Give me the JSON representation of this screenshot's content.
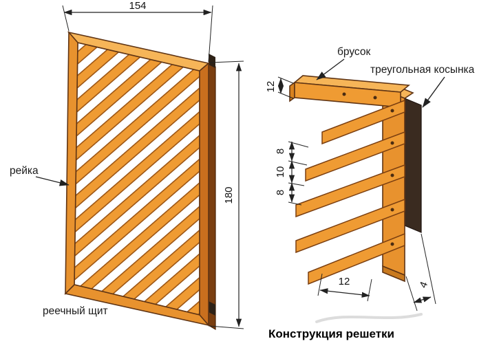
{
  "caption": "Конструкция решетки",
  "labels": {
    "slat": "рейка",
    "panel": "реечный щит",
    "bar": "брусок",
    "gusset": "треугольная косынка"
  },
  "dims": {
    "panel_width": "154",
    "panel_height": "180",
    "bar_height": "12",
    "slat_width_top": "8",
    "slat_gap": "10",
    "slat_width_bottom": "8",
    "bottom_offset": "12",
    "gusset_thickness": "4"
  },
  "colors": {
    "wood_light": "#f6b558",
    "wood_mid": "#ef9b33",
    "wood_frame": "#e8922e",
    "wood_dark": "#c96f1e",
    "wood_edge": "#7a3e10",
    "wood_side": "#7a3e10",
    "gusset_dark": "#3a2b20",
    "line": "#222222",
    "background": "#ffffff"
  }
}
